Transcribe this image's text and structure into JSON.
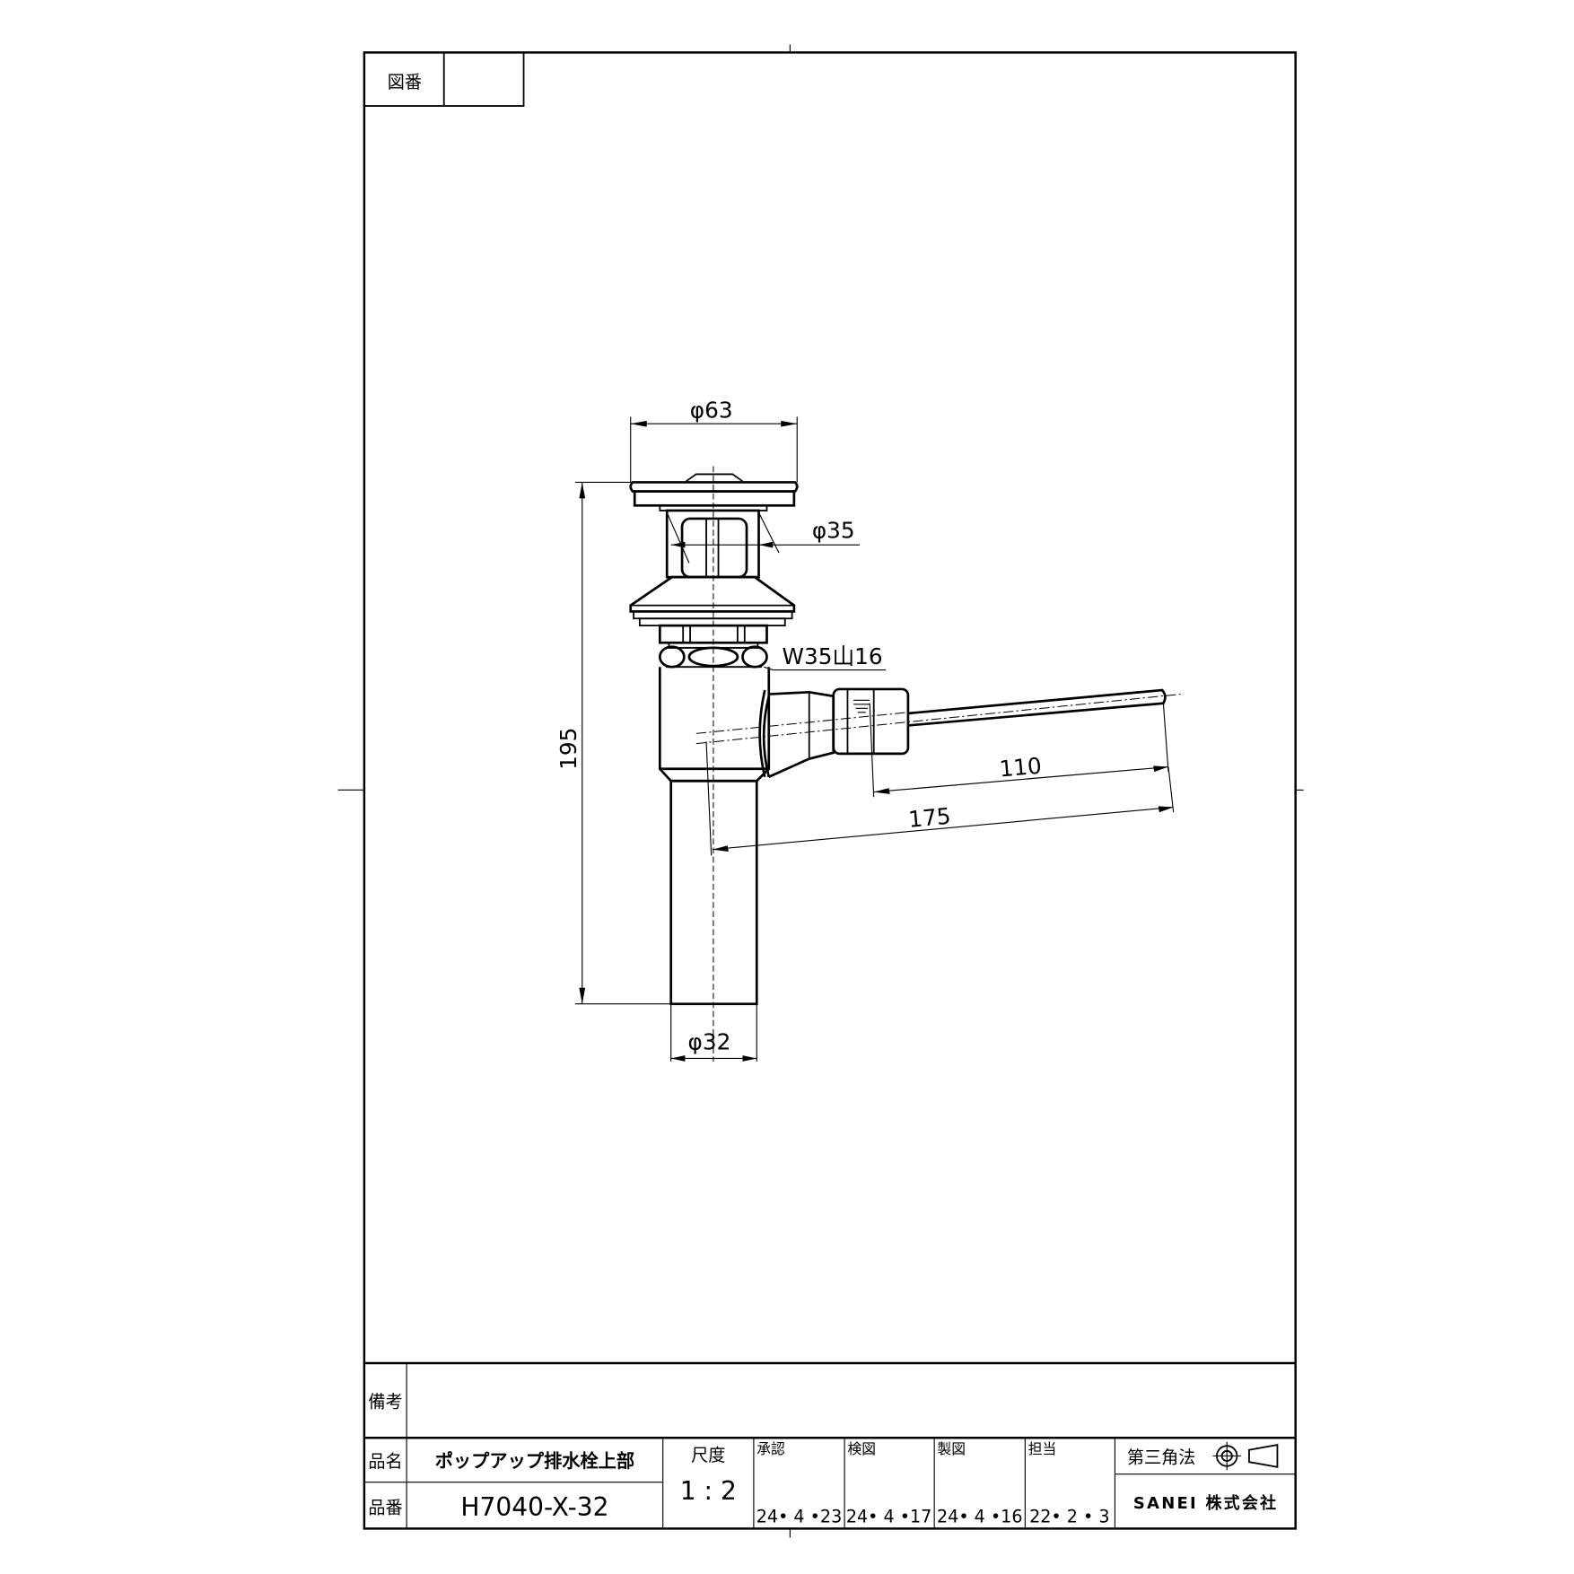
{
  "header": {
    "drawing_number_label": "図番",
    "drawing_number_value": ""
  },
  "dimensions": {
    "flange_diameter": "φ63",
    "stem_diameter": "φ35",
    "thread": "W35山16",
    "overall_height": "195",
    "rod_length_short": "110",
    "rod_length_long": "175",
    "pipe_diameter": "φ32"
  },
  "title_block": {
    "remarks_label": "備考",
    "remarks_value": "",
    "product_name_label": "品名",
    "product_name": "ポップアップ排水栓上部",
    "product_number_label": "品番",
    "product_number": "H7040-X-32",
    "scale_label": "尺度",
    "scale_value": "1 : 2",
    "approvals": [
      {
        "label": "承認",
        "date": "24• 4 •23"
      },
      {
        "label": "検図",
        "date": "24• 4 •17"
      },
      {
        "label": "製図",
        "date": "24• 4 •16"
      },
      {
        "label": "担当",
        "date": "22• 2 • 3"
      }
    ],
    "projection_label": "第三角法",
    "projection_icon": "third-angle-projection-icon",
    "company": "SANEI 株式会社"
  }
}
